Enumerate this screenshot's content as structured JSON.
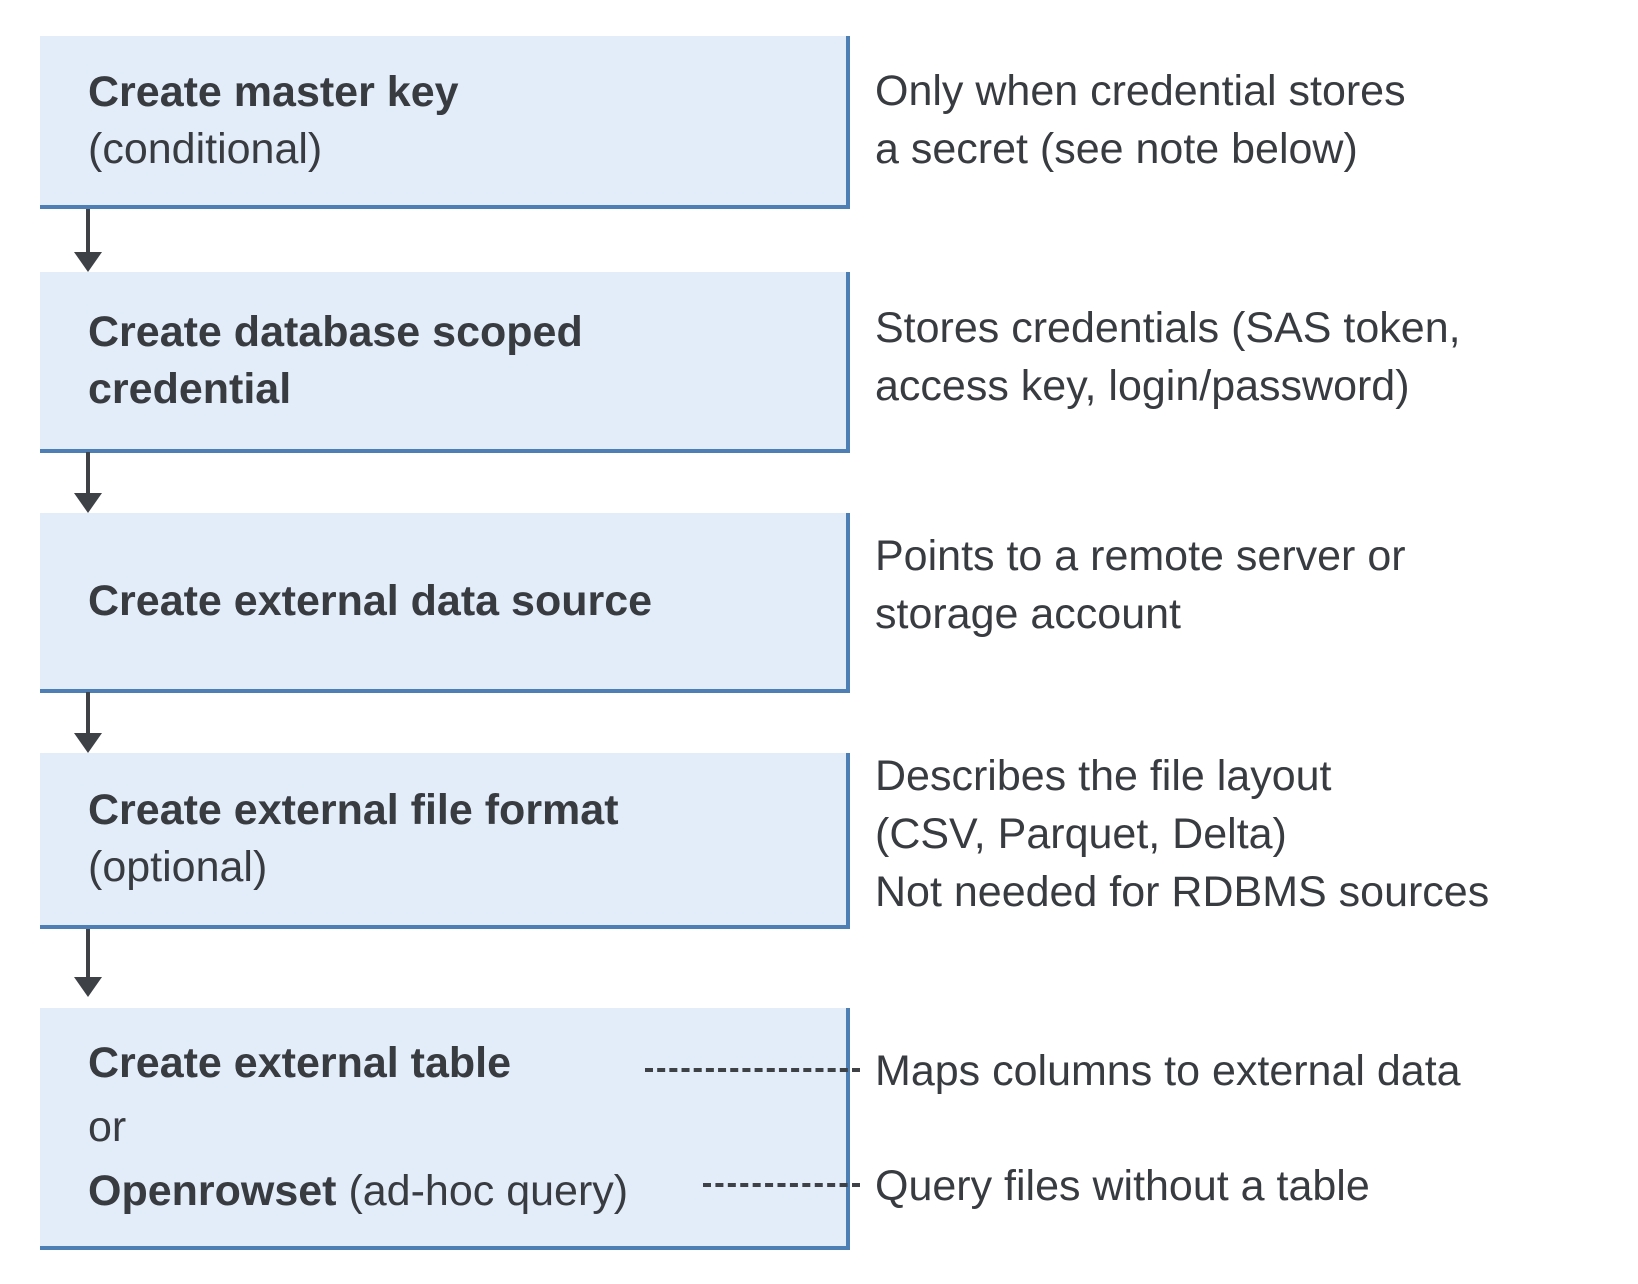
{
  "colors": {
    "box_fill": "#e3edfa",
    "box_border": "#4d7fb5",
    "text": "#383b40",
    "connector": "#3e4146"
  },
  "steps": [
    {
      "title": "Create master key",
      "subtitle": "(conditional)",
      "note": "Only when credential stores\na secret (see note below)"
    },
    {
      "title": "Create database scoped\ncredential",
      "note": "Stores credentials (SAS token,\naccess key, login/password)"
    },
    {
      "title": "Create external data source",
      "note": "Points to a remote server or\nstorage account"
    },
    {
      "title": "Create external file format",
      "subtitle": "(optional)",
      "note": "Describes the file layout\n(CSV, Parquet, Delta)\nNot needed for RDBMS sources"
    },
    {
      "title": "Create external table",
      "or_label": "or",
      "alt_title": "Openrowset",
      "alt_suffix": "(ad-hoc query)",
      "note_table": "Maps columns to external data",
      "note_query": "Query files without a table"
    }
  ]
}
